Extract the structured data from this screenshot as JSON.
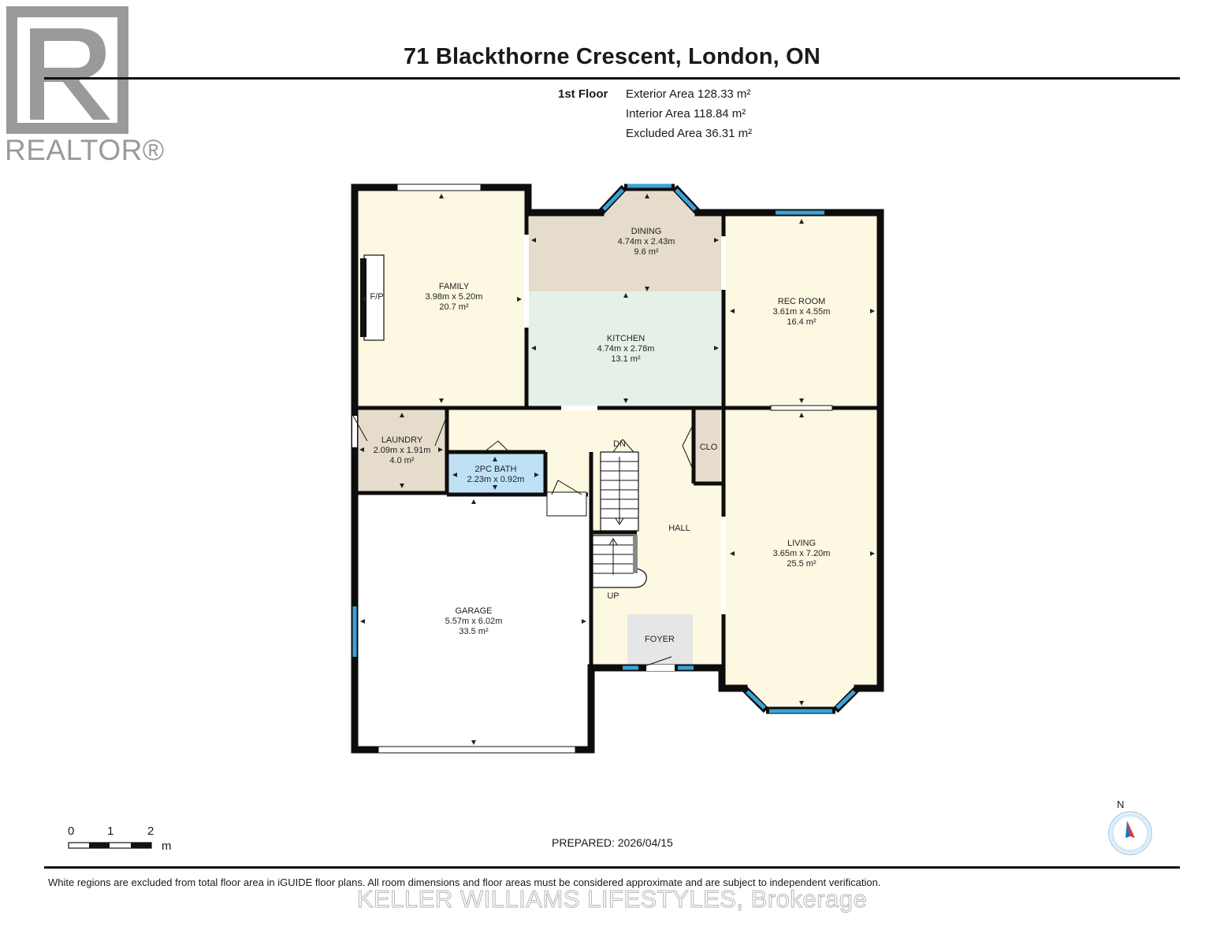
{
  "header": {
    "title": "71 Blackthorne Crescent, London, ON"
  },
  "logo": {
    "text": "REALTOR®"
  },
  "floor": {
    "label": "1st Floor",
    "exterior_area": "Exterior Area 128.33 m²",
    "interior_area": "Interior Area 118.84 m²",
    "excluded_area": "Excluded Area 36.31 m²"
  },
  "rooms": {
    "family": {
      "name": "FAMILY",
      "dims": "3.98m x 5.20m",
      "area": "20.7 m²"
    },
    "dining": {
      "name": "DINING",
      "dims": "4.74m x 2.43m",
      "area": "9.6 m²"
    },
    "kitchen": {
      "name": "KITCHEN",
      "dims": "4.74m x 2.78m",
      "area": "13.1 m²"
    },
    "rec_room": {
      "name": "REC ROOM",
      "dims": "3.61m x 4.55m",
      "area": "16.4 m²"
    },
    "laundry": {
      "name": "LAUNDRY",
      "dims": "2.09m x 1.91m",
      "area": "4.0 m²"
    },
    "bath": {
      "name": "2PC BATH",
      "dims": "2.23m x 0.92m"
    },
    "garage": {
      "name": "GARAGE",
      "dims": "5.57m x 6.02m",
      "area": "33.5 m²"
    },
    "living": {
      "name": "LIVING",
      "dims": "3.65m x 7.20m",
      "area": "25.5 m²"
    },
    "hall": {
      "name": "HALL"
    },
    "foyer": {
      "name": "FOYER"
    },
    "closet": {
      "name": "CLO"
    },
    "fireplace": {
      "name": "F/P"
    },
    "stairs_down": {
      "name": "DN"
    },
    "stairs_up": {
      "name": "UP"
    }
  },
  "scale": {
    "t0": "0",
    "t1": "1",
    "t2": "2",
    "unit": "m"
  },
  "compass": {
    "label": "N",
    "icon": "north-compass-icon"
  },
  "footer": {
    "prepared": "PREPARED: 2026/04/15",
    "disclaimer": "White regions are excluded from total floor area in iGUIDE floor plans. All room dimensions and floor areas must be considered approximate and are subject to independent verification.",
    "watermark": "KELLER WILLIAMS LIFESTYLES, Brokerage"
  },
  "colors": {
    "wall": "#0d0d0d",
    "window": "#3aa3d6",
    "cream": "#fdf8e1",
    "tan": "#e6dccb",
    "mint": "#e5f1e8",
    "bath": "#bfe1f6",
    "foyer": "#e6e6e6"
  }
}
